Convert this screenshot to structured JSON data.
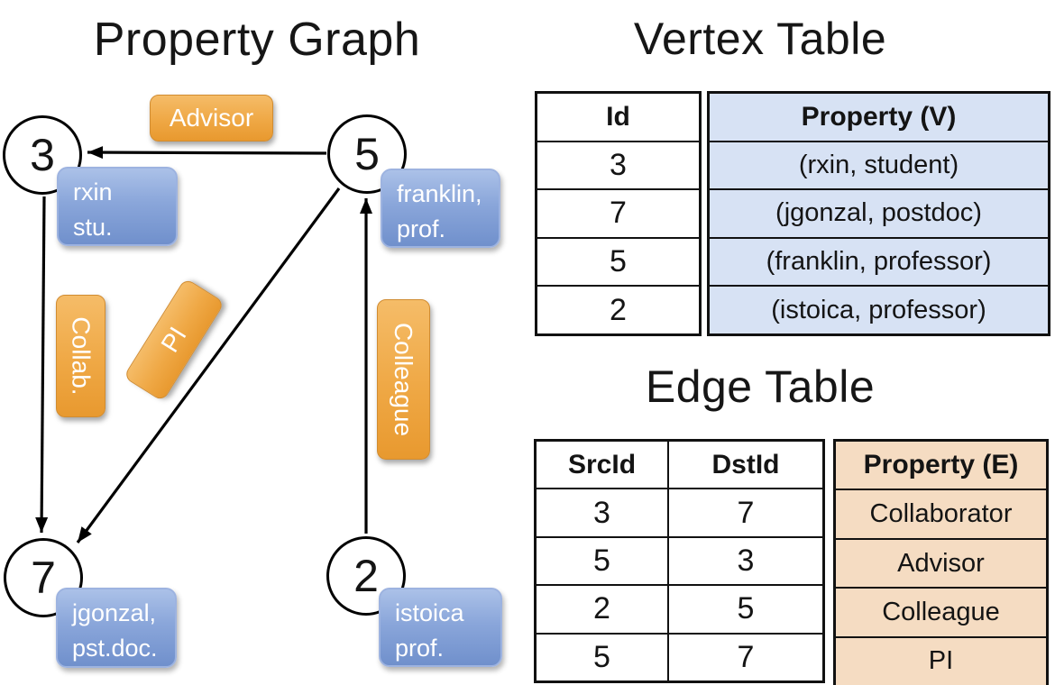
{
  "graph": {
    "title": "Property Graph",
    "vertices": {
      "v3": {
        "id": "3",
        "line1": "rxin",
        "line2": "stu."
      },
      "v5": {
        "id": "5",
        "line1": "franklin,",
        "line2": "prof."
      },
      "v7": {
        "id": "7",
        "line1": "jgonzal,",
        "line2": "pst.doc."
      },
      "v2": {
        "id": "2",
        "line1": "istoica",
        "line2": "prof."
      }
    },
    "edge_labels": {
      "advisor": "Advisor",
      "collab": "Collab.",
      "pi": "PI",
      "colleague": "Colleague"
    }
  },
  "vertex_table": {
    "title": "Vertex Table",
    "headers": {
      "id": "Id",
      "property": "Property (V)"
    },
    "rows": [
      {
        "id": "3",
        "property": "(rxin, student)"
      },
      {
        "id": "7",
        "property": "(jgonzal, postdoc)"
      },
      {
        "id": "5",
        "property": "(franklin, professor)"
      },
      {
        "id": "2",
        "property": "(istoica, professor)"
      }
    ]
  },
  "edge_table": {
    "title": "Edge Table",
    "headers": {
      "src": "SrcId",
      "dst": "DstId",
      "property": "Property (E)"
    },
    "rows": [
      {
        "src": "3",
        "dst": "7",
        "property": "Collaborator"
      },
      {
        "src": "5",
        "dst": "3",
        "property": "Advisor"
      },
      {
        "src": "2",
        "dst": "5",
        "property": "Colleague"
      },
      {
        "src": "5",
        "dst": "7",
        "property": "PI"
      }
    ]
  },
  "colors": {
    "vertex_table_fill": "#d7e2f4",
    "edge_table_fill": "#f5dcc2",
    "vertex_label_blue": "#7d9bd4",
    "edge_label_orange": "#efa845"
  }
}
